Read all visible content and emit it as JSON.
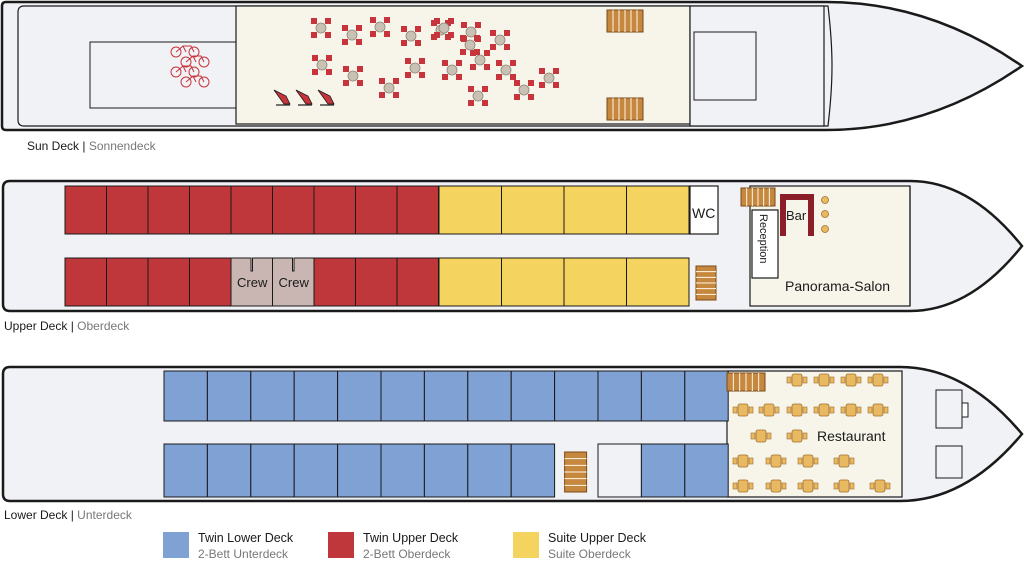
{
  "decks": [
    {
      "id": "sun",
      "name": "Sun Deck",
      "name_de": "Sonnendeck"
    },
    {
      "id": "upper",
      "name": "Upper Deck",
      "name_de": "Oberdeck"
    },
    {
      "id": "lower",
      "name": "Lower Deck",
      "name_de": "Unterdeck"
    }
  ],
  "rooms": {
    "wc": "WC",
    "bar": "Bar",
    "reception": "Reception",
    "panorama": "Panorama-Salon",
    "crew": "Crew",
    "restaurant": "Restaurant"
  },
  "cabin_types": [
    {
      "id": "twin_lower",
      "en": "Twin Lower Deck",
      "de": "2-Bett Unterdeck",
      "color": "#7fa1d4"
    },
    {
      "id": "twin_upper",
      "en": "Twin Upper Deck",
      "de": "2-Bett Oberdeck",
      "color": "#c0373b"
    },
    {
      "id": "suite_upper",
      "en": "Suite Upper Deck",
      "de": "Suite Oberdeck",
      "color": "#f4d35e"
    }
  ],
  "colors": {
    "hull_fill": "#f1f2f6",
    "deck_area": "#f7f4ea",
    "crew": "#c9b6b3",
    "stairs": "#c6873f",
    "furniture": "#e9b961",
    "bar_counter": "#8a1f2a",
    "sun_furniture": "#c8343b"
  },
  "upper_deck_layout": {
    "top_row": [
      "twin_upper",
      "twin_upper",
      "twin_upper",
      "twin_upper",
      "twin_upper",
      "twin_upper",
      "twin_upper",
      "twin_upper",
      "twin_upper",
      "suite_upper",
      "suite_upper",
      "suite_upper",
      "suite_upper"
    ],
    "bottom_row": [
      "twin_upper",
      "twin_upper",
      "twin_upper",
      "twin_upper",
      "crew",
      "crew",
      "twin_upper",
      "twin_upper",
      "twin_upper",
      "suite_upper",
      "suite_upper",
      "suite_upper",
      "suite_upper"
    ]
  },
  "lower_deck_layout": {
    "top_row_cabins": 13,
    "bottom_row_cabins": [
      "twin_lower",
      "twin_lower",
      "twin_lower",
      "twin_lower",
      "twin_lower",
      "twin_lower",
      "twin_lower",
      "twin_lower",
      "twin_lower",
      "stairs",
      "gap",
      "twin_lower",
      "twin_lower"
    ]
  },
  "sun_deck": {
    "bicycles": 4,
    "loungers": 3,
    "table_sets": 19
  }
}
